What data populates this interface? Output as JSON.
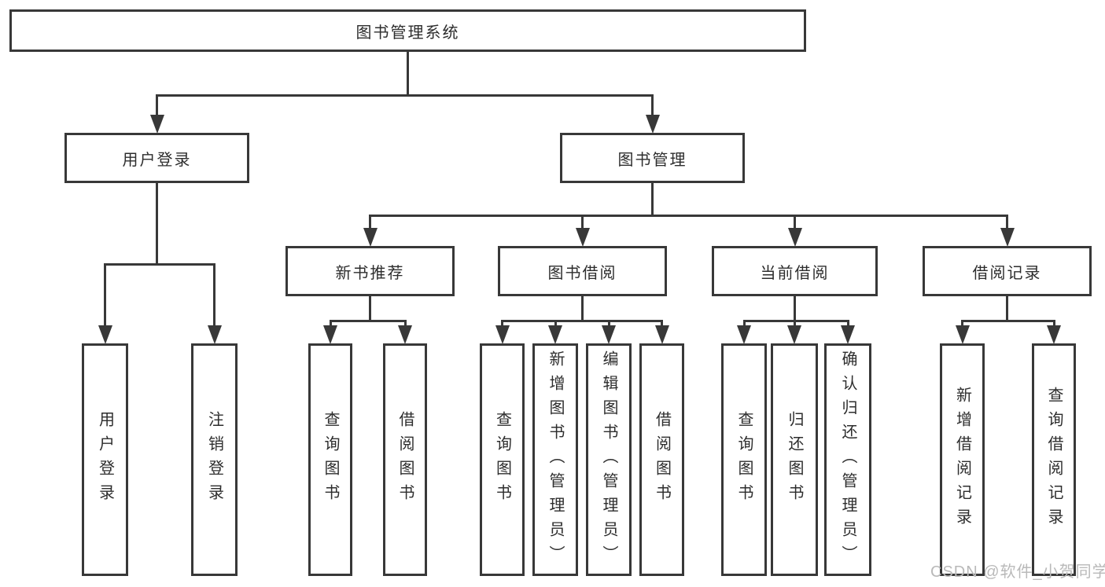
{
  "diagram": {
    "title": "图书管理系统",
    "nodes": [
      {
        "id": "root",
        "label": "图书管理系统"
      },
      {
        "id": "user-login",
        "label": "用户登录"
      },
      {
        "id": "book-mgmt",
        "label": "图书管理"
      },
      {
        "id": "new-book-rec",
        "label": "新书推荐"
      },
      {
        "id": "book-borrow",
        "label": "图书借阅"
      },
      {
        "id": "current-borrow",
        "label": "当前借阅"
      },
      {
        "id": "borrow-records",
        "label": "借阅记录"
      },
      {
        "id": "user-login-leaf",
        "label": "用户登录"
      },
      {
        "id": "logout-leaf",
        "label": "注销登录"
      },
      {
        "id": "query-books-1",
        "label": "查询图书"
      },
      {
        "id": "borrow-books-1",
        "label": "借阅图书"
      },
      {
        "id": "query-books-2",
        "label": "查询图书"
      },
      {
        "id": "add-book",
        "label": "新增图书（管理员）"
      },
      {
        "id": "edit-book",
        "label": "编辑图书（管理员）"
      },
      {
        "id": "borrow-books-2",
        "label": "借阅图书"
      },
      {
        "id": "query-books-3",
        "label": "查询图书"
      },
      {
        "id": "return-book",
        "label": "归还图书"
      },
      {
        "id": "confirm-return",
        "label": "确认归还（管理员）"
      },
      {
        "id": "add-borrow-record",
        "label": "新增借阅记录"
      },
      {
        "id": "query-borrow-record",
        "label": "查询借阅记录"
      }
    ],
    "edges": [
      {
        "parent": "root",
        "children": [
          "user-login",
          "book-mgmt"
        ]
      },
      {
        "parent": "user-login",
        "children": [
          "user-login-leaf",
          "logout-leaf"
        ]
      },
      {
        "parent": "book-mgmt",
        "children": [
          "new-book-rec",
          "book-borrow",
          "current-borrow",
          "borrow-records"
        ]
      },
      {
        "parent": "new-book-rec",
        "children": [
          "query-books-1",
          "borrow-books-1"
        ]
      },
      {
        "parent": "book-borrow",
        "children": [
          "query-books-2",
          "add-book",
          "edit-book",
          "borrow-books-2"
        ]
      },
      {
        "parent": "current-borrow",
        "children": [
          "query-books-3",
          "return-book",
          "confirm-return"
        ]
      },
      {
        "parent": "borrow-records",
        "children": [
          "add-borrow-record",
          "query-borrow-record"
        ]
      }
    ]
  },
  "watermark": {
    "text": "CSDN @软件_小贺同学",
    "color": "#b9b9b9"
  },
  "colors": {
    "line": "#383838",
    "box_border": "#383838",
    "text": "#2d2d2d",
    "background": "#ffffff"
  }
}
